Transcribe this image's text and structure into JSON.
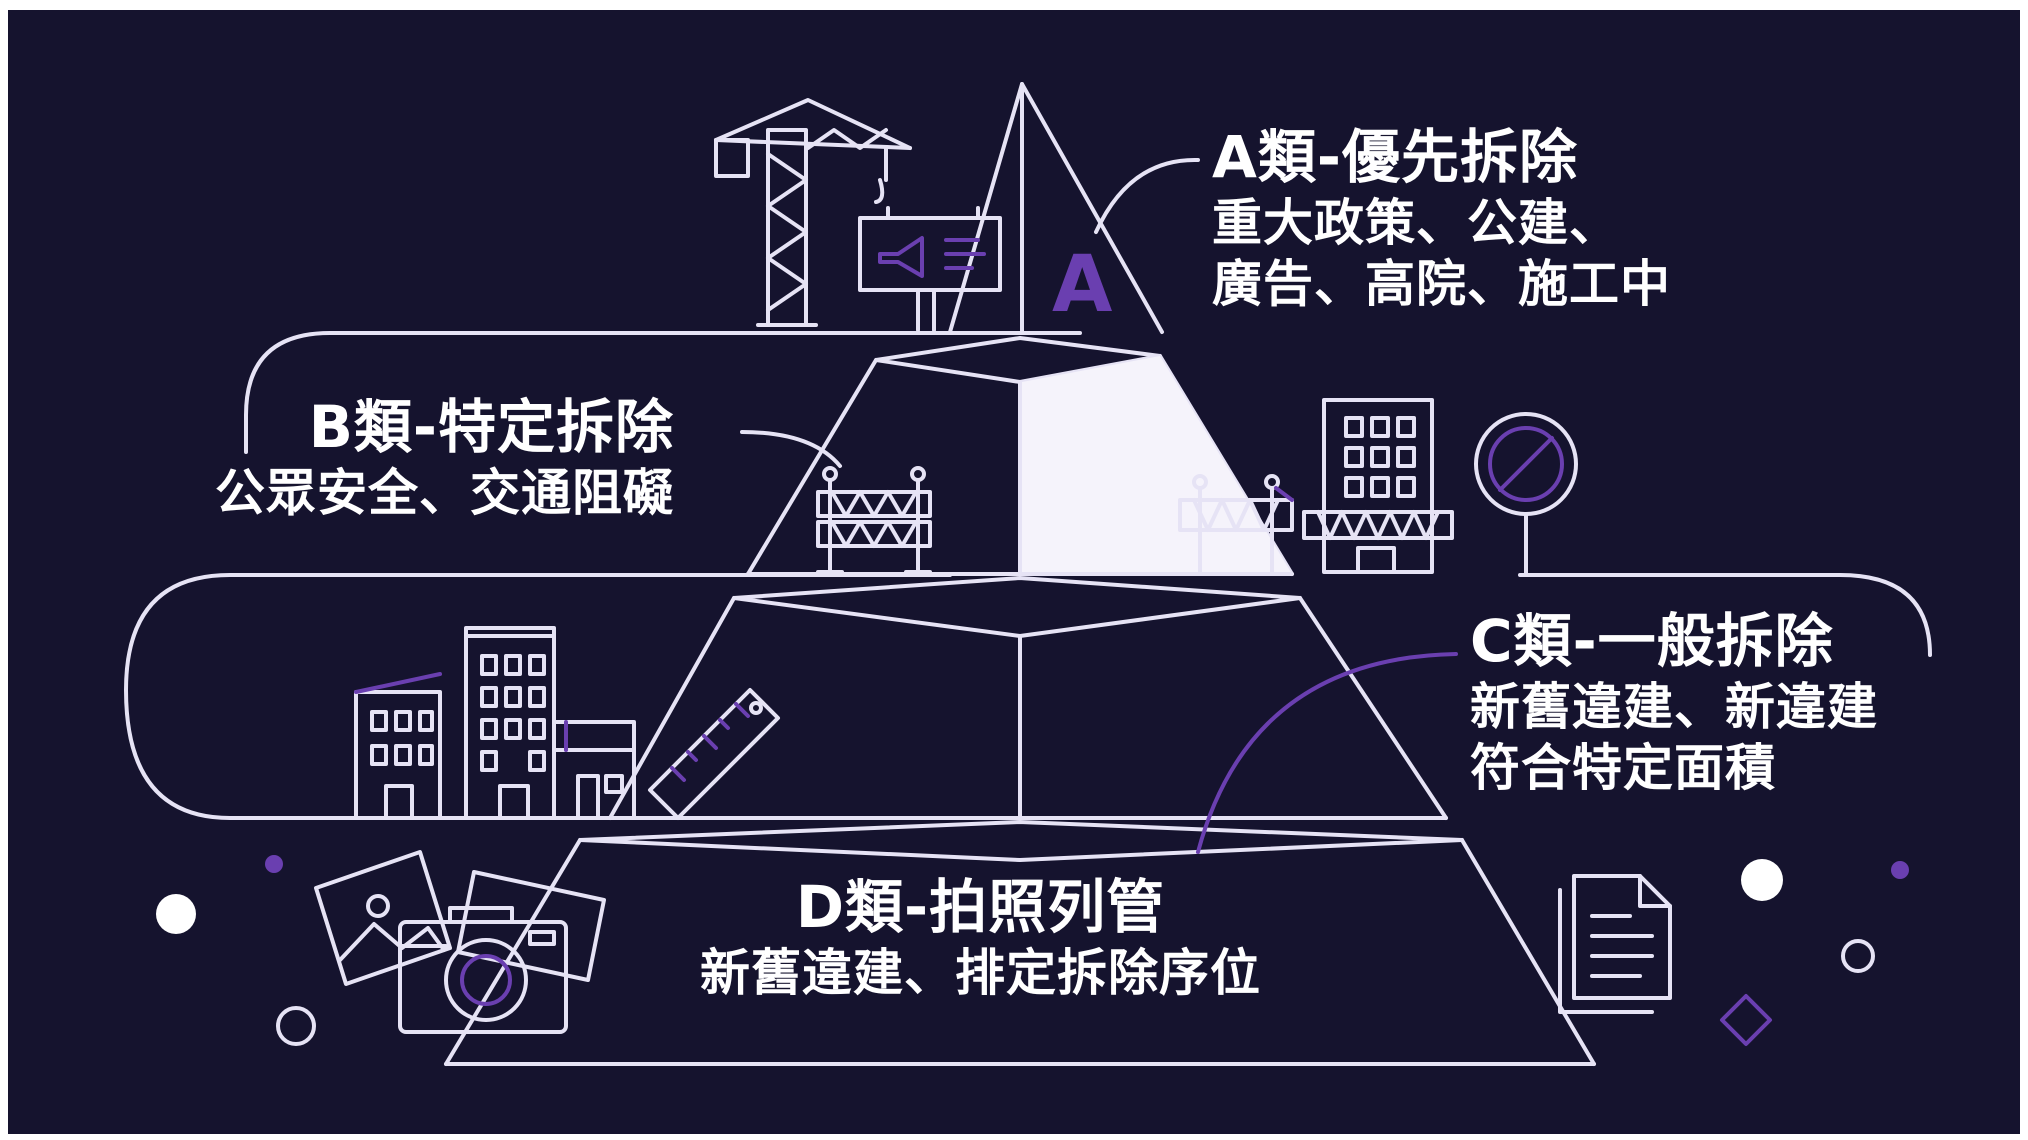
{
  "colors": {
    "background": "#15132e",
    "line": "#e6e3f5",
    "accent": "#6a3fb0",
    "text": "#ffffff"
  },
  "apex_letter": "A",
  "tiers": [
    {
      "title": "A類-優先拆除",
      "lines": [
        "重大政策、公建、",
        "廣告、高院、施工中"
      ]
    },
    {
      "title": "B類-特定拆除",
      "lines": [
        "公眾安全、交通阻礙"
      ]
    },
    {
      "title": "C類-一般拆除",
      "lines": [
        "新舊違建、新違建",
        "符合特定面積"
      ]
    },
    {
      "title": "D類-拍照列管",
      "lines": [
        "新舊違建、排定拆除序位"
      ]
    }
  ],
  "icons": [
    "crane-icon",
    "billboard-icon",
    "barrier-icon",
    "office-building-icon",
    "no-entry-sign-icon",
    "city-buildings-icon",
    "ruler-icon",
    "photos-icon",
    "camera-icon",
    "document-icon"
  ]
}
